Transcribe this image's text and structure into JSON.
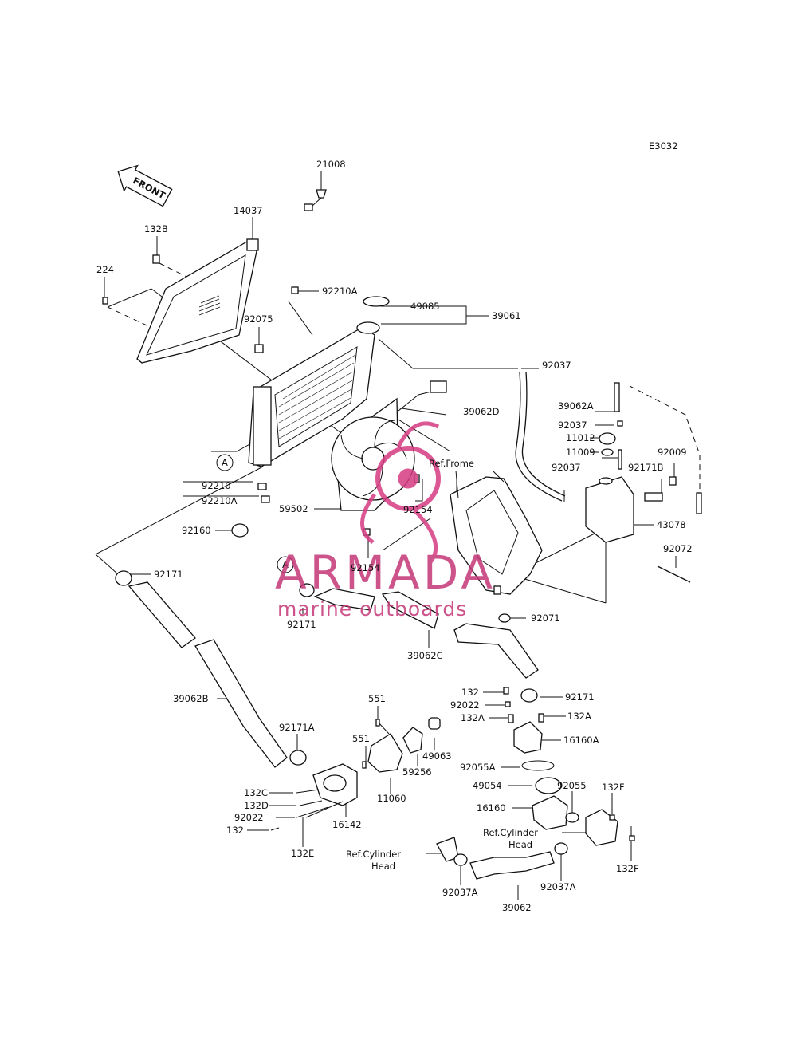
{
  "diagram_code": "E3032",
  "front_arrow": "FRONT",
  "ref_callouts": {
    "a_upper": "A",
    "a_lower": "A"
  },
  "part_numbers": {
    "p21008": "21008",
    "p14037": "14037",
    "p132B": "132B",
    "p224": "224",
    "p92210A_top": "92210A",
    "p49085": "49085",
    "p39061": "39061",
    "p92075": "92075",
    "p92037_a": "92037",
    "p39062D": "39062D",
    "p39062A": "39062A",
    "p92037_b": "92037",
    "p11012": "11012",
    "p11009": "11009",
    "p92009": "92009",
    "p92037_c": "92037",
    "p92171B": "92171B",
    "p43078": "43078",
    "p92072": "92072",
    "p92210": "92210",
    "p92210A_bot": "92210A",
    "p92160": "92160",
    "p59502": "59502",
    "p92154_a": "92154",
    "p92154_b": "92154",
    "p92171_a": "92171",
    "p92171_b": "92171",
    "p92071": "92071",
    "p39062C": "39062C",
    "p39062B": "39062B",
    "p551_a": "551",
    "p551_b": "551",
    "p92171A": "92171A",
    "p49063": "49063",
    "p59256": "59256",
    "p11060": "11060",
    "p132C": "132C",
    "p132D": "132D",
    "p92022_a": "92022",
    "p132_a": "132",
    "p16142": "16142",
    "p132E": "132E",
    "p132_b": "132",
    "p92171_c": "92171",
    "p92022_b": "92022",
    "p132A_a": "132A",
    "p132A_b": "132A",
    "p16160A": "16160A",
    "p92055A": "92055A",
    "p49054": "49054",
    "p92055": "92055",
    "p132F_a": "132F",
    "p16160": "16160",
    "p132F_b": "132F",
    "p92037A_a": "92037A",
    "p92037A_b": "92037A",
    "p39062": "39062"
  },
  "refs": {
    "ref_frame": "Ref.Frome",
    "ref_cyl_right_1": "Ref.Cylinder",
    "ref_cyl_right_2": "Head",
    "ref_cyl_left_1": "Ref.Cylinder",
    "ref_cyl_left_2": "Head"
  },
  "watermark": {
    "brand": "ARMADA",
    "tagline": "marine outboards",
    "color": "#d63c82"
  }
}
